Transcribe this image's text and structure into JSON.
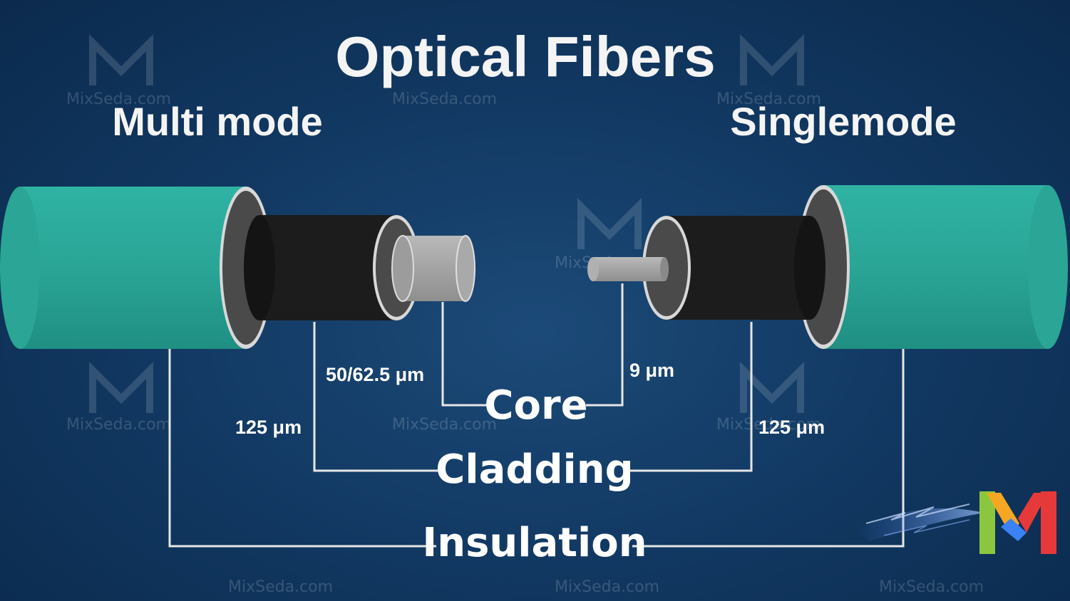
{
  "title": "Optical Fibers",
  "left_fiber": {
    "name": "Multi mode",
    "core_size": "50/62.5 μm",
    "cladding_size": "125 μm"
  },
  "right_fiber": {
    "name": "Singlemode",
    "core_size": "9 μm",
    "cladding_size": "125 μm"
  },
  "layers": {
    "core": "Core",
    "cladding": "Cladding",
    "insulation": "Insulation"
  },
  "watermark": "MixSeda.com",
  "colors": {
    "insulation": "#2aa596",
    "cladding": "#1c1c1c",
    "core": "#a9a9a9",
    "background": "#123a64"
  }
}
